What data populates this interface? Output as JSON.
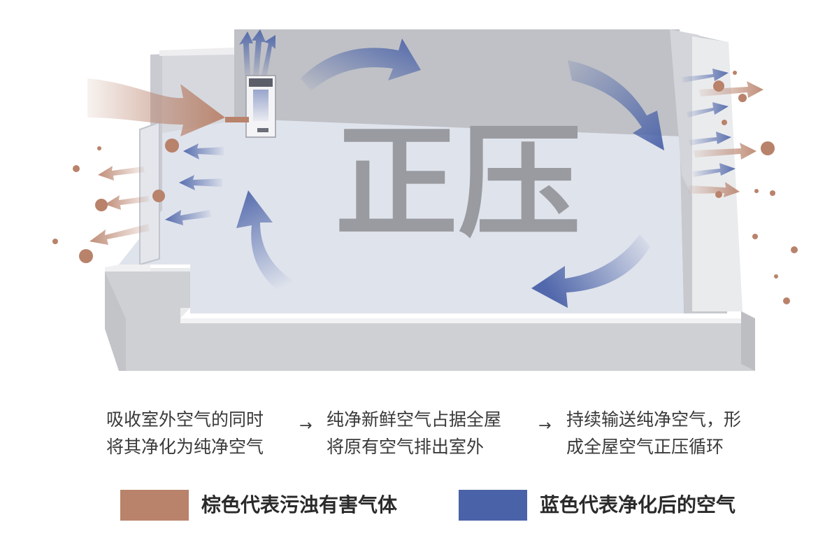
{
  "title": "正压",
  "steps": [
    {
      "line1": "吸收室外空气的同时",
      "line2": "将其净化为纯净空气"
    },
    {
      "line1": "纯净新鲜空气占据全屋",
      "line2": "将原有空气排出室外"
    },
    {
      "line1": "持续输送纯净空气，形",
      "line2": "成全屋空气正压循环"
    }
  ],
  "arrow_glyph": "→",
  "legend": {
    "polluted": {
      "label": "棕色代表污浊有害气体",
      "color": "#b9826b"
    },
    "purified": {
      "label": "蓝色代表净化后的空气",
      "color": "#4a62a8"
    }
  },
  "colors": {
    "floor": "#dfe3ec",
    "wall_top": "#e8e8ea",
    "wall_front": "#cfd0d3",
    "back_wall": "#bfc1c6",
    "title_text": "#9a9ba0"
  },
  "icons": [
    "air-purifier-icon",
    "curved-arrow-icon",
    "particle-icon"
  ]
}
